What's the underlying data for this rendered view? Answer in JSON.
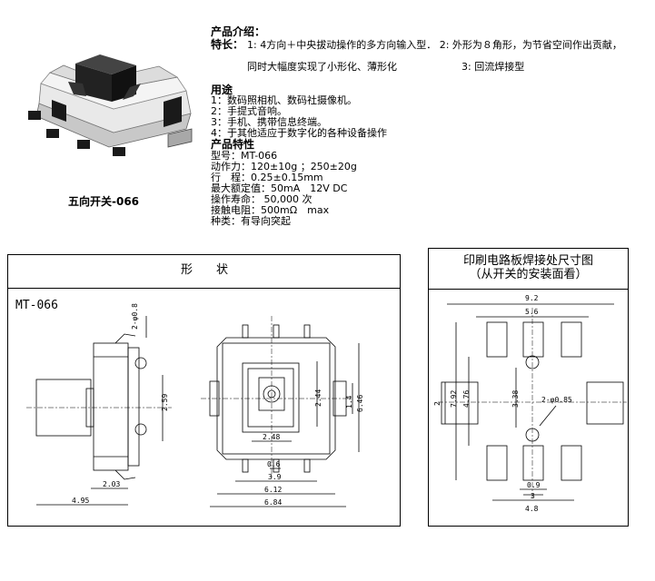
{
  "photo": {
    "caption": "五向开关-066"
  },
  "intro": {
    "heading": "产品介绍：",
    "feature_label": "特长：",
    "feature_line1": "1: 4方向＋中央拔动操作的多方向输入型． 2: 外形为８角形，为节省空间作出贡献，",
    "feature_line2a": "同时大幅度实现了小形化、薄形化",
    "feature_line2b": "3: 回流焊接型"
  },
  "usage": {
    "heading": "用途",
    "items": [
      "1：数码照相机、数码社摄像机。",
      "2：手提式音响。",
      "3：手机、携带信息终端。",
      "4：于其他适应于数字化的各种设备操作"
    ]
  },
  "specs": {
    "heading": "产品特性",
    "items": [
      "型号：MT-066",
      "动作力：120±10g ；250±20g",
      "行　程：0.25±0.15mm",
      "最大额定值：50mA　12V DC",
      "操作寿命： 50,000 次",
      "接触电阻：500mΩ　max",
      "种类：有导向突起"
    ]
  },
  "shape_panel": {
    "title": "形　　状",
    "model": "MT-066",
    "dims": {
      "d0_8": "2-φ0.8",
      "d2_59": "2.59",
      "d2_03": "2.03",
      "d4_95": "4.95",
      "d2_44": "2.44",
      "d2_48": "2.48",
      "d0_6": "0.6",
      "d3_9": "3.9",
      "d6_12": "6.12",
      "d6_84": "6.84",
      "d1_4": "1.4",
      "d6_46": "6.46"
    }
  },
  "pcb_panel": {
    "title_line1": "印刷电路板焊接处尺寸图",
    "title_line2": "（从开关的安装面看）",
    "dims": {
      "d9_2": "9.2",
      "d5_6": "5.6",
      "d7_92": "7.92",
      "d4_76": "4.76",
      "d2": "2",
      "d3_38": "3.38",
      "d0_85": "2-φ0.85",
      "d0_9": "0.9",
      "d3": "3",
      "d4_8": "4.8"
    }
  }
}
